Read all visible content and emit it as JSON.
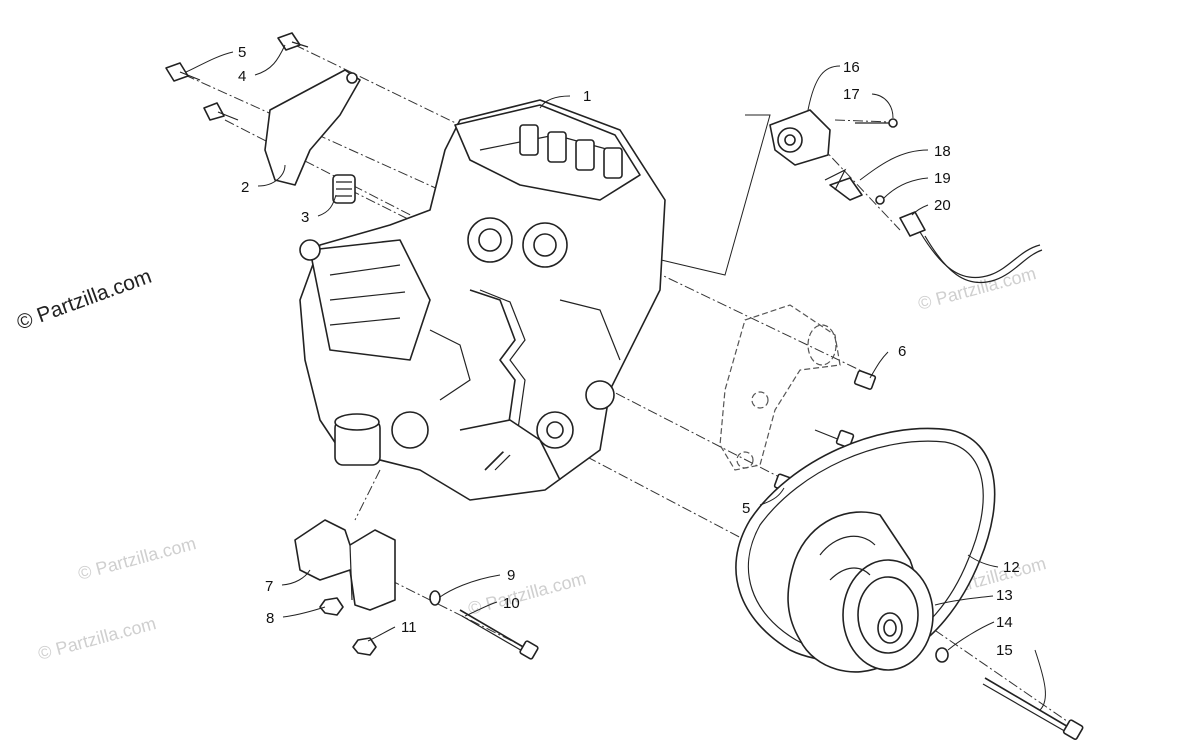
{
  "watermark": {
    "main": "© Partzilla.com",
    "faint": "© Partzilla.com"
  },
  "callouts": [
    {
      "id": "1",
      "label": "1"
    },
    {
      "id": "2",
      "label": "2"
    },
    {
      "id": "3",
      "label": "3"
    },
    {
      "id": "4",
      "label": "4"
    },
    {
      "id": "5a",
      "label": "5"
    },
    {
      "id": "5b",
      "label": "5"
    },
    {
      "id": "6",
      "label": "6"
    },
    {
      "id": "7",
      "label": "7"
    },
    {
      "id": "8",
      "label": "8"
    },
    {
      "id": "9",
      "label": "9"
    },
    {
      "id": "10",
      "label": "10"
    },
    {
      "id": "11",
      "label": "11"
    },
    {
      "id": "12",
      "label": "12"
    },
    {
      "id": "13",
      "label": "13"
    },
    {
      "id": "14",
      "label": "14"
    },
    {
      "id": "15",
      "label": "15"
    },
    {
      "id": "16",
      "label": "16"
    },
    {
      "id": "17",
      "label": "17"
    },
    {
      "id": "18",
      "label": "18"
    },
    {
      "id": "19",
      "label": "19"
    },
    {
      "id": "20",
      "label": "20"
    }
  ],
  "colors": {
    "line": "#222222",
    "watermark": "#cfcfcf",
    "background": "#ffffff"
  }
}
